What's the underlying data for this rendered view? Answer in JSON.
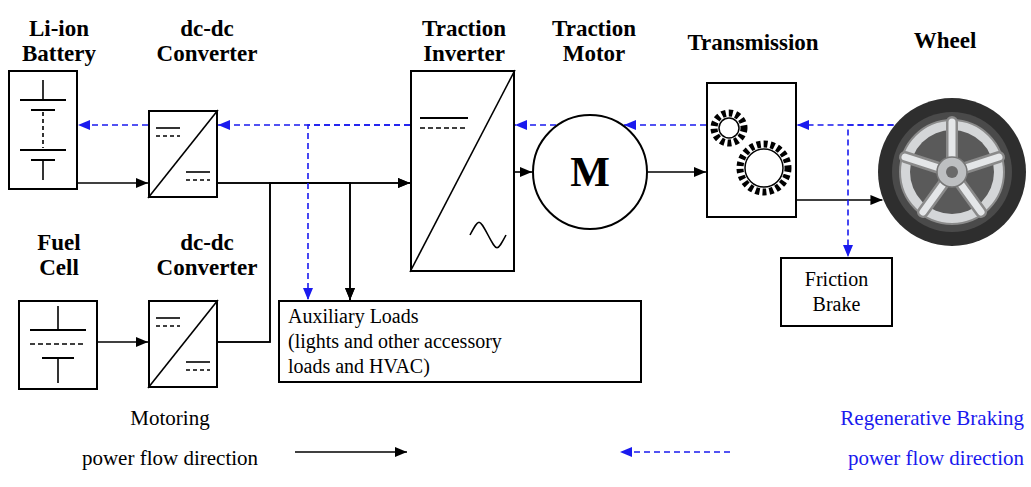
{
  "diagram": {
    "nodes": [
      {
        "text": [
          "Li-ion Battery"
        ]
      },
      {
        "text": [
          "dc-dc Converter"
        ]
      },
      {
        "text": [
          "Traction Inverter"
        ]
      },
      {
        "text": [
          "Traction Motor",
          "M"
        ]
      },
      {
        "text": [
          "Transmission"
        ]
      },
      {
        "text": [
          "Wheel"
        ]
      },
      {
        "text": [
          "Fuel Cell"
        ]
      },
      {
        "text": [
          "dc-dc Converter"
        ]
      },
      {
        "text": [
          "Auxiliary Loads (lights and other accessory loads and HVAC)"
        ]
      },
      {
        "text": [
          "Friction Brake"
        ]
      }
    ],
    "edges": [
      {
        "from": 0,
        "to": 1,
        "arrow": "to"
      },
      {
        "from": 1,
        "to": 2,
        "arrow": "to"
      },
      {
        "from": 1,
        "to": 8,
        "arrow": "to"
      },
      {
        "from": 6,
        "to": 7,
        "arrow": "to"
      },
      {
        "from": 7,
        "to": 2,
        "arrow": "to"
      },
      {
        "from": 7,
        "to": 8,
        "arrow": "to"
      },
      {
        "from": 2,
        "to": 3,
        "arrow": "to"
      },
      {
        "from": 3,
        "to": 4,
        "arrow": "to"
      },
      {
        "from": 4,
        "to": 5,
        "arrow": "to"
      },
      {
        "from": 5,
        "to": 4,
        "arrow": "to"
      },
      {
        "from": 4,
        "to": 3,
        "arrow": "to"
      },
      {
        "from": 3,
        "to": 2,
        "arrow": "to"
      },
      {
        "from": 2,
        "to": 1,
        "arrow": "to"
      },
      {
        "from": 1,
        "to": 0,
        "arrow": "to"
      },
      {
        "from": 2,
        "to": 8,
        "arrow": "to"
      },
      {
        "from": 5,
        "to": 9,
        "arrow": "to"
      }
    ],
    "legend": [
      {
        "text": "Motoring power flow direction"
      },
      {
        "text": "Regenerative Braking power flow direction"
      }
    ]
  }
}
